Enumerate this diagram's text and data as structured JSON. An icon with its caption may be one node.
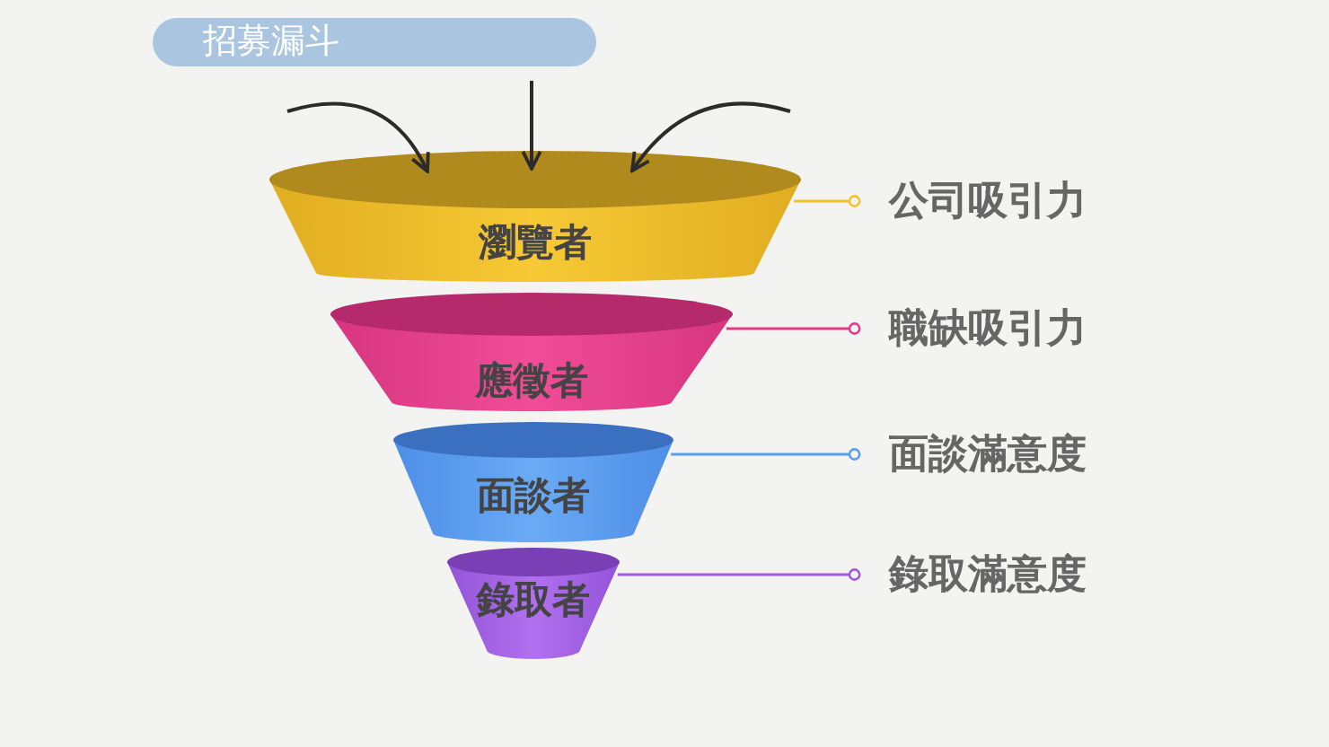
{
  "diagram": {
    "title": "招募漏斗",
    "nodes": [
      {
        "text": [
          "瀏覽者"
        ]
      },
      {
        "text": [
          "應徵者"
        ]
      },
      {
        "text": [
          "面談者"
        ]
      },
      {
        "text": [
          "錄取者"
        ]
      },
      {
        "text": [
          "公司吸引力"
        ]
      },
      {
        "text": [
          "職缺吸引力"
        ]
      },
      {
        "text": [
          "面談滿意度"
        ]
      },
      {
        "text": [
          "錄取滿意度"
        ]
      }
    ],
    "edges": [
      {
        "from": null,
        "to": 0,
        "arrow": "to"
      },
      {
        "from": null,
        "to": 0,
        "arrow": "to"
      },
      {
        "from": null,
        "to": 0,
        "arrow": "to"
      },
      {
        "from": 0,
        "to": 4,
        "arrow": "other",
        "color": "#f2c12e"
      },
      {
        "from": 1,
        "to": 5,
        "arrow": "other",
        "color": "#e8388a"
      },
      {
        "from": 2,
        "to": 6,
        "arrow": "other",
        "color": "#5a9cf0"
      },
      {
        "from": 3,
        "to": 7,
        "arrow": "other",
        "color": "#a05ae0"
      }
    ]
  }
}
